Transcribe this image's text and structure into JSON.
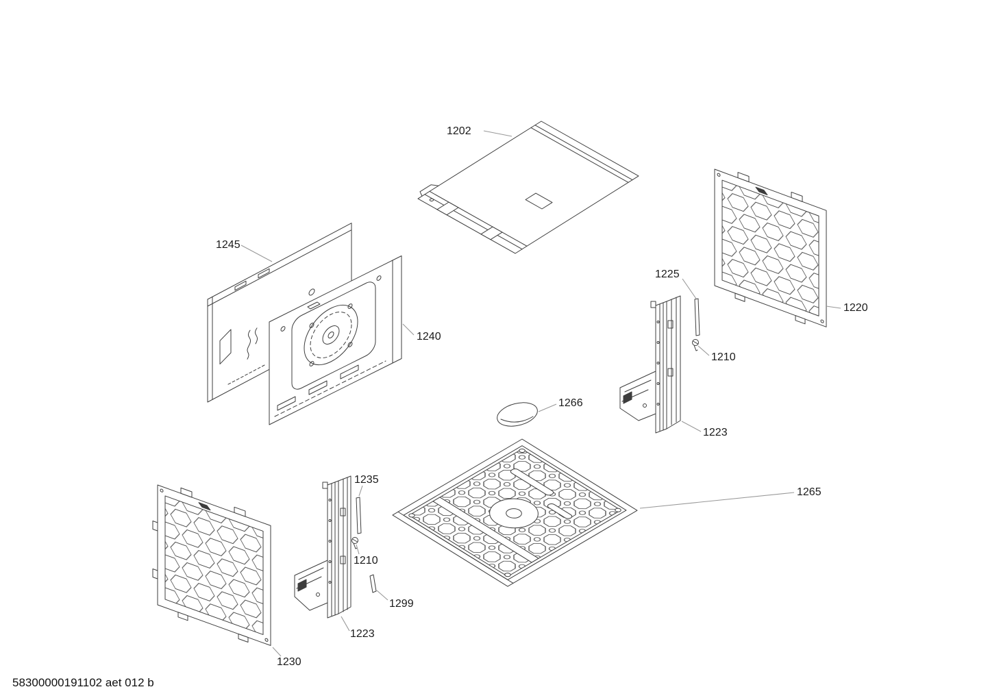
{
  "document": {
    "footer": "58300000191102 aet 012 b"
  },
  "colors": {
    "line": "#3d3d3d",
    "leader": "#989898",
    "background": "#ffffff"
  },
  "labels": {
    "p1202": "1202",
    "p1245": "1245",
    "p1240": "1240",
    "p1220": "1220",
    "p1225": "1225",
    "p1210a": "1210",
    "p1223a": "1223",
    "p1266": "1266",
    "p1265": "1265",
    "p1235": "1235",
    "p1210b": "1210",
    "p1299": "1299",
    "p1223b": "1223",
    "p1230": "1230"
  }
}
